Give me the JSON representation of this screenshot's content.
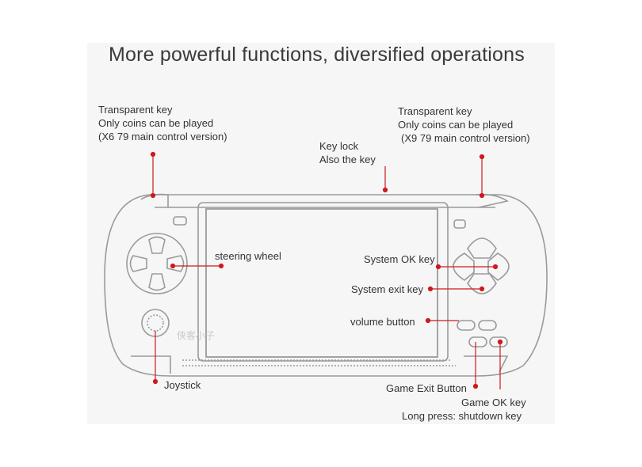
{
  "title": "More powerful functions, diversified operations",
  "watermark": "侠客小子",
  "labels": {
    "transparent_left": [
      "Transparent key",
      "Only coins can be played",
      "(X6 79 main control version)"
    ],
    "transparent_right": [
      "Transparent key",
      "Only coins can be played",
      "(X9 79 main control version)"
    ],
    "key_lock": [
      "Key lock",
      "Also the key"
    ],
    "steering_wheel": "steering wheel",
    "system_ok": "System OK key",
    "system_exit": "System exit key",
    "volume": "volume button",
    "joystick": "Joystick",
    "game_exit": "Game Exit Button",
    "game_ok": [
      "Game OK key",
      "Long press: shutdown key"
    ]
  },
  "colors": {
    "pointer": "#d0191f",
    "outline": "#9a9a9a",
    "panel": "#f6f6f6",
    "text": "#333333"
  }
}
